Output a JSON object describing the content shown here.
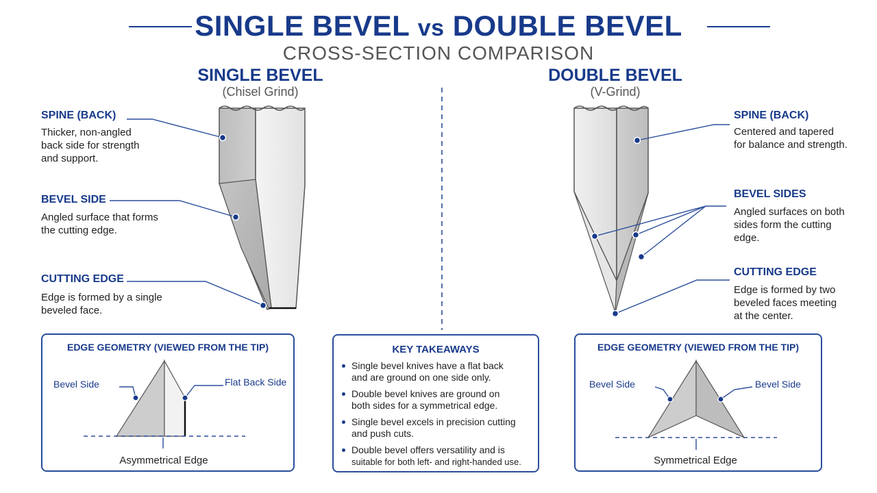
{
  "header": {
    "title_left": "SINGLE BEVEL",
    "title_vs": "vs",
    "title_right": "DOUBLE BEVEL",
    "subtitle": "CROSS-SECTION COMPARISON"
  },
  "single": {
    "title": "SINGLE BEVEL",
    "subtitle": "(Chisel Grind)",
    "spine_head": "SPINE (BACK)",
    "spine_body": [
      "Thicker, non-angled",
      "back side for strength",
      "and support."
    ],
    "bevel_head": "BEVEL SIDE",
    "bevel_body": [
      "Angled surface that forms",
      "the cutting edge."
    ],
    "edge_head": "CUTTING EDGE",
    "edge_body": [
      "Edge is formed by a single",
      "beveled face."
    ]
  },
  "double": {
    "title": "DOUBLE BEVEL",
    "subtitle": "(V-Grind)",
    "spine_head": "SPINE (BACK)",
    "spine_body": [
      "Centered and tapered",
      "for balance and strength."
    ],
    "bevel_head": "BEVEL SIDES",
    "bevel_body": [
      "Angled surfaces on both",
      "sides form the cutting",
      "edge."
    ],
    "edge_head": "CUTTING EDGE",
    "edge_body": [
      "Edge is formed by two",
      "beveled faces meeting",
      "at the center."
    ]
  },
  "geometry_single": {
    "title": "EDGE GEOMETRY (VIEWED FROM THE TIP)",
    "left_label": "Bevel Side",
    "right_label": "Flat Back Side",
    "caption": "Asymmetrical Edge"
  },
  "geometry_double": {
    "title": "EDGE GEOMETRY (VIEWED FROM THE TIP)",
    "left_label": "Bevel Side",
    "right_label": "Bevel Side",
    "caption": "Symmetrical Edge"
  },
  "takeaways": {
    "title": "KEY TAKEAWAYS",
    "items": [
      [
        "Single bevel knives have a flat back",
        "and are ground on one side only."
      ],
      [
        "Double bevel knives are ground on",
        "both sides for a symmetrical edge."
      ],
      [
        "Single bevel excels in precision cutting",
        "and push cuts."
      ],
      [
        "Double bevel offers versatility and is",
        "suitable for both left- and right-handed use."
      ]
    ]
  },
  "colors": {
    "accent": "#183a8a",
    "steel_light": "#ececec",
    "steel_mid": "#cfcfcf",
    "steel_dark": "#a9a9a9"
  }
}
